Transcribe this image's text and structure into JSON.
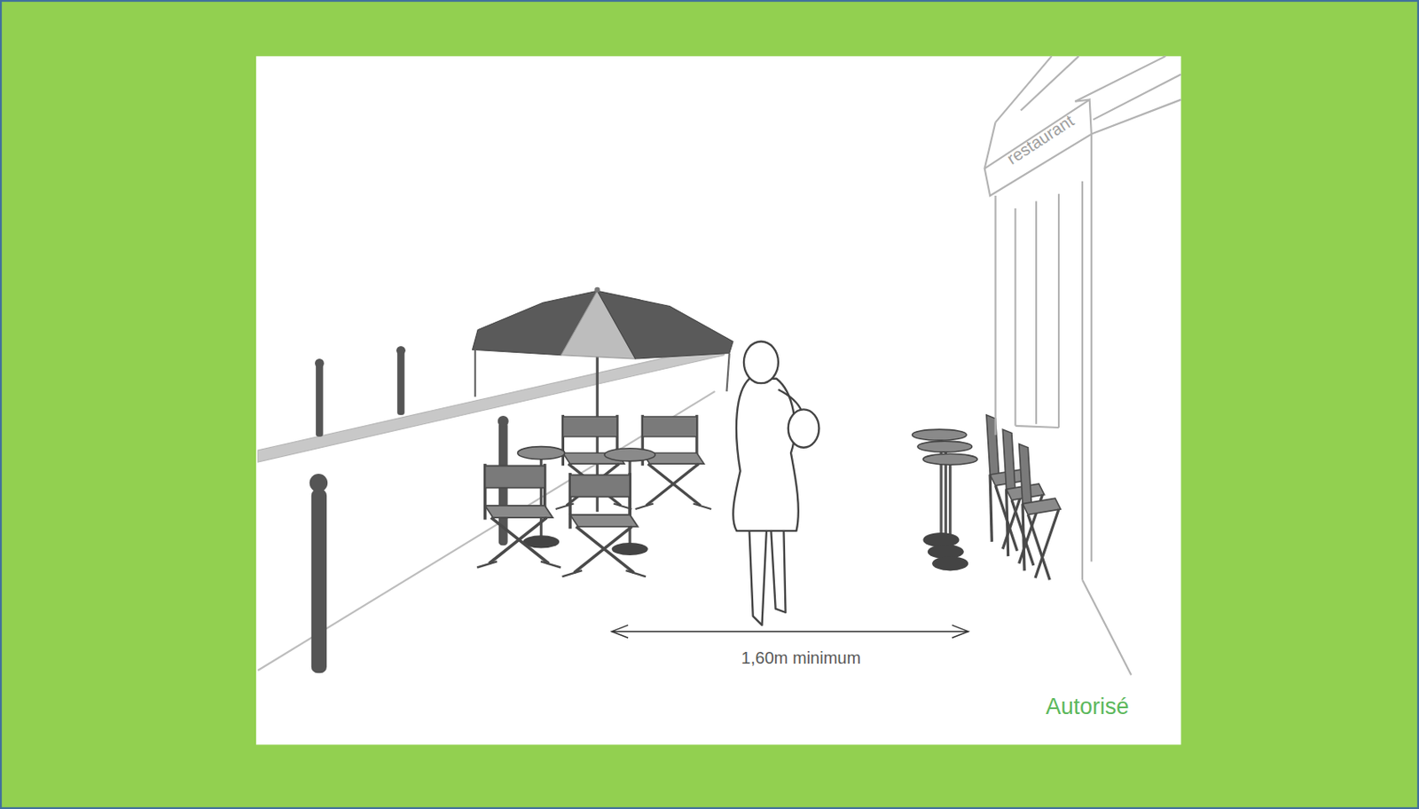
{
  "diagram": {
    "labels": [
      "restaurant",
      "1,60m minimum",
      "Autorisé"
    ]
  }
}
